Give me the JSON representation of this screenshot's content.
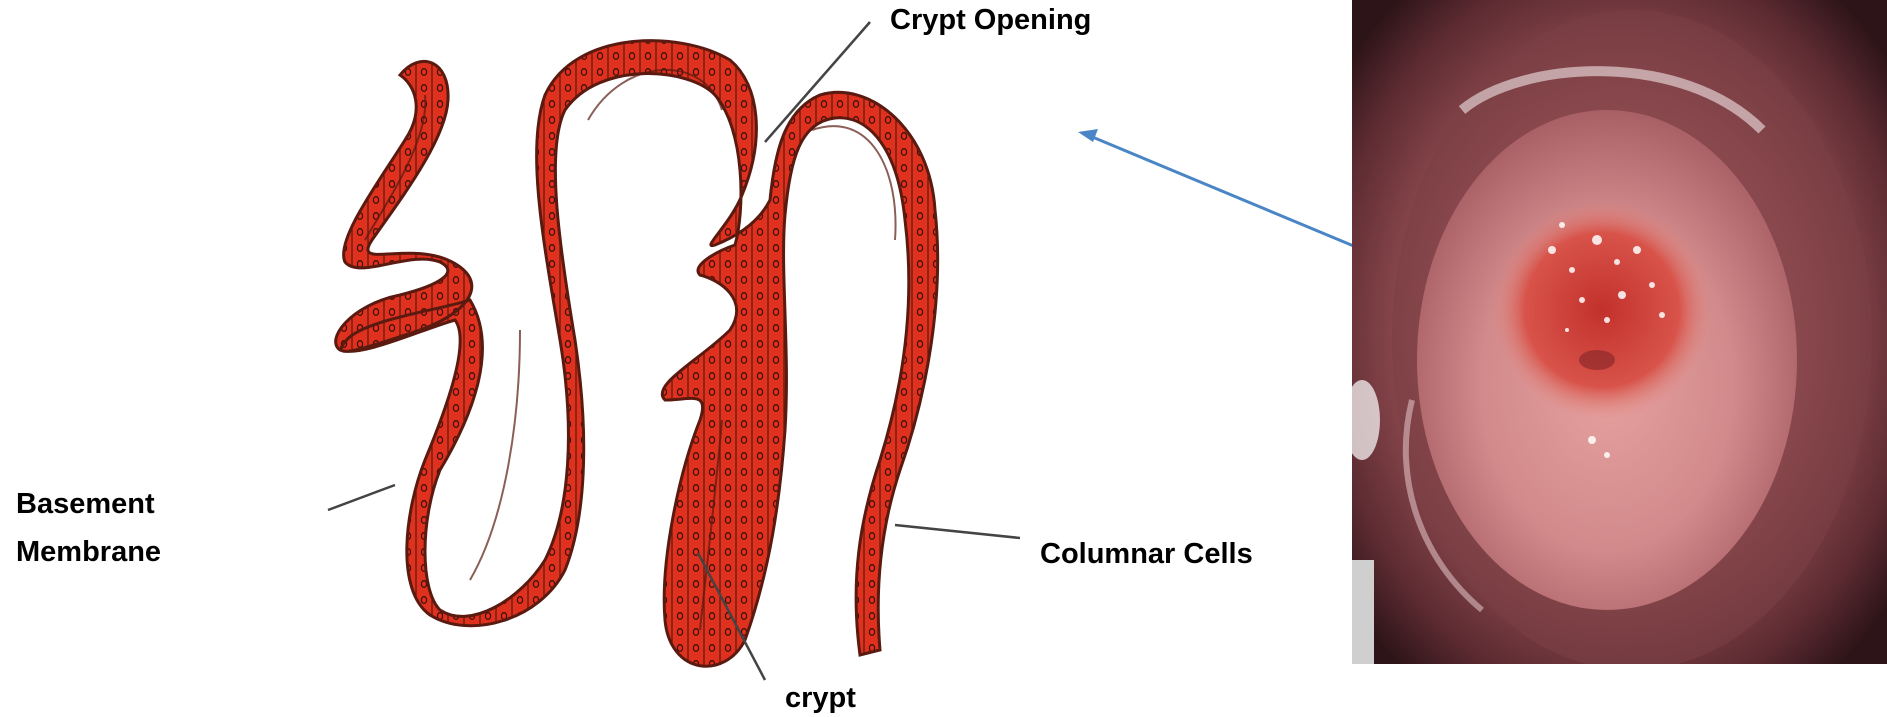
{
  "labels": {
    "crypt_opening": "Crypt Opening",
    "basement_membrane_line1": "Basement",
    "basement_membrane_line2": "Membrane",
    "columnar_cells": "Columnar Cells",
    "crypt": "crypt"
  },
  "colors": {
    "epithelium_fill": "#e0301e",
    "epithelium_outline": "#5a1a10",
    "nucleus": "#3a0e08",
    "leader_line": "#444444",
    "arrow": "#4a86c5"
  },
  "icons": {
    "photo": "colposcopy-cervix-photo"
  }
}
